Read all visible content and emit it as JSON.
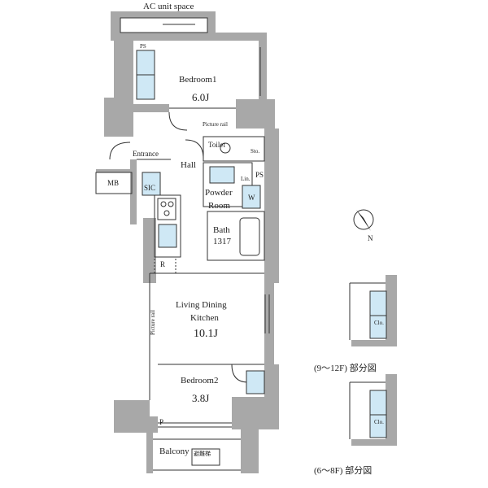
{
  "labels": {
    "ac_space": "AC unit space",
    "ps_top": "PS",
    "bedroom1": "Bedroom1",
    "bedroom1_size": "6.0J",
    "picture_rail_top": "Picture rail",
    "toilet": "Toilet",
    "sto": "Sto.",
    "entrance": "Entrance",
    "hall": "Hall",
    "mb": "MB",
    "sic": "SIC",
    "ps_mid": "PS",
    "lin": "Lin.",
    "powder_room": "Powder",
    "powder_room2": "Room",
    "w": "W",
    "bath": "Bath",
    "bath_size": "1317",
    "r": "R",
    "ldk1": "Living Dining",
    "ldk2": "Kitchen",
    "ldk_size": "10.1J",
    "picture_rail_side": "Picture rail",
    "bedroom2": "Bedroom2",
    "bedroom2_size": "3.8J",
    "p": "P",
    "balcony": "Balcony",
    "emergency": "避難梯",
    "clo": "Clo.",
    "north": "N",
    "partial_upper": "(9～12F) 部分図",
    "partial_lower": "(6～8F) 部分図"
  },
  "colors": {
    "wall": "#a8a8a8",
    "closet": "#cfe8f5",
    "line": "#333333"
  }
}
